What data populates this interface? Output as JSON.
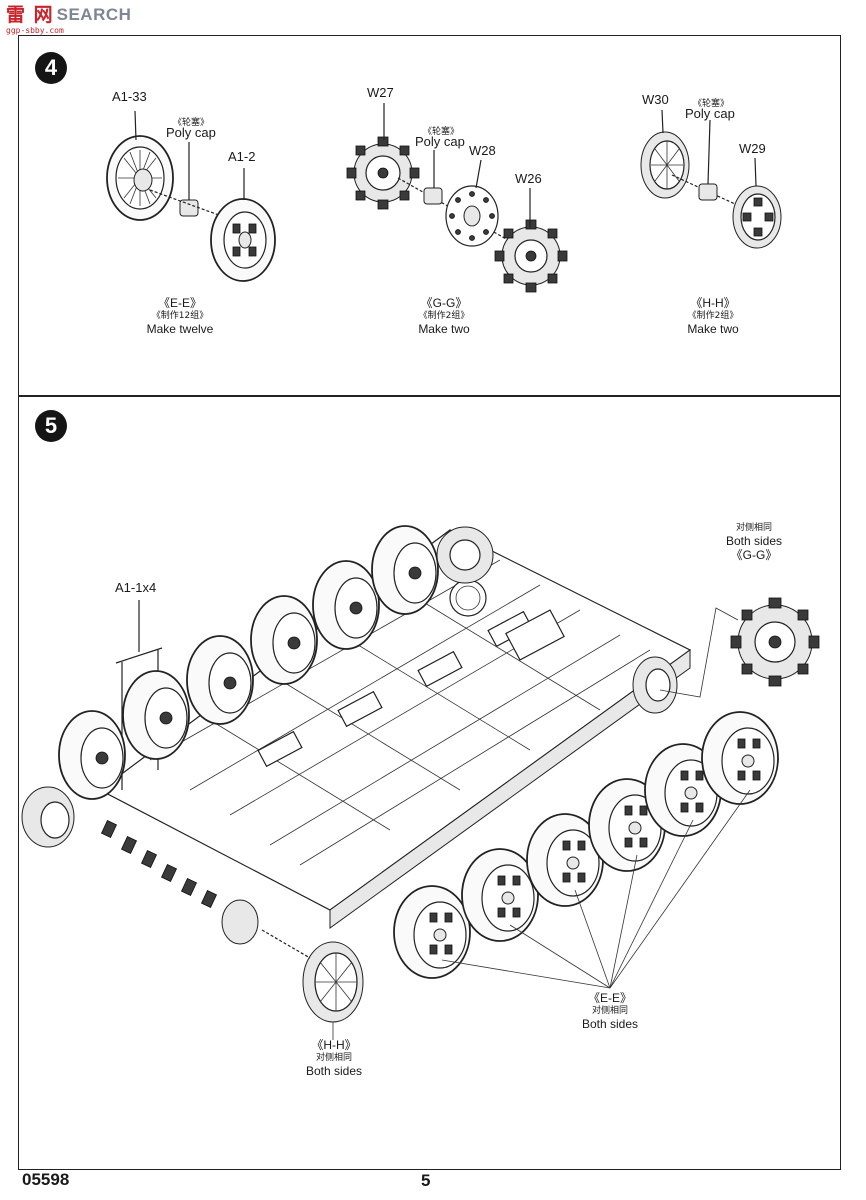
{
  "watermark": {
    "brand_cn": "雷 网",
    "brand_en": "SEARCH",
    "sub": "ggp-sbby.com"
  },
  "step4": {
    "number": "4",
    "groups": [
      {
        "parts": [
          "A1-33",
          "A1-2"
        ],
        "poly_cap_cn": "《轮塞》",
        "poly_cap": "Poly cap",
        "caption_code": "《E-E》",
        "caption_cn": "《制作12组》",
        "caption_en": "Make twelve"
      },
      {
        "parts": [
          "W27",
          "W28",
          "W26"
        ],
        "poly_cap_cn": "《轮塞》",
        "poly_cap": "Poly cap",
        "caption_code": "《G-G》",
        "caption_cn": "《制作2组》",
        "caption_en": "Make two"
      },
      {
        "parts": [
          "W30",
          "W29"
        ],
        "poly_cap_cn": "《轮塞》",
        "poly_cap": "Poly cap",
        "caption_code": "《H-H》",
        "caption_cn": "《制作2组》",
        "caption_en": "Make two"
      }
    ]
  },
  "step5": {
    "number": "5",
    "part_label": "A1-1x4",
    "callouts": [
      {
        "cn": "对侧相同",
        "en": "Both sides",
        "code": "《G-G》"
      },
      {
        "code": "《E-E》",
        "cn": "对侧相同",
        "en": "Both sides"
      },
      {
        "code": "《H-H》",
        "cn": "对侧相同",
        "en": "Both sides"
      }
    ]
  },
  "footer": {
    "code": "05598",
    "page": "5"
  }
}
